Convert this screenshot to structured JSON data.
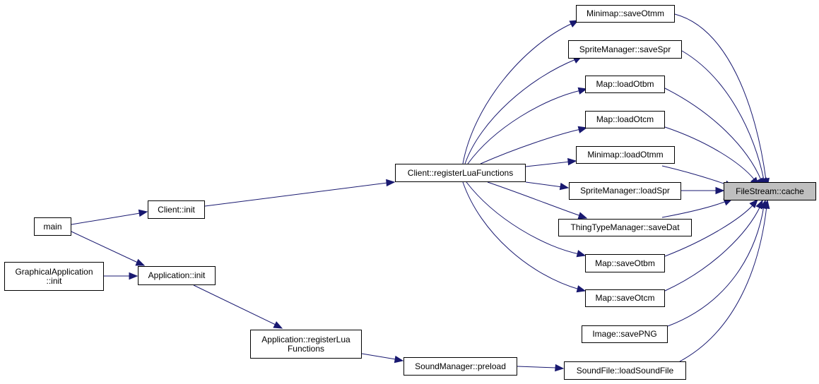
{
  "colors": {
    "edge": "#191970",
    "node_border": "#000000",
    "node_fill": "#ffffff",
    "highlight_fill": "#bfbfbf"
  },
  "nodes": {
    "filestream_cache": "FileStream::cache",
    "minimap_saveotmm": "Minimap::saveOtmm",
    "spritemanager_savespr": "SpriteManager::saveSpr",
    "map_loadotbm": "Map::loadOtbm",
    "map_loadotcm": "Map::loadOtcm",
    "minimap_loadotmm": "Minimap::loadOtmm",
    "spritemanager_loadspr": "SpriteManager::loadSpr",
    "thingtypemanager_savedat": "ThingTypeManager::saveDat",
    "map_saveotbm": "Map::saveOtbm",
    "map_saveotcm": "Map::saveOtcm",
    "image_savepng": "Image::savePNG",
    "soundfile_loadsoundfile": "SoundFile::loadSoundFile",
    "client_registerluafunctions": "Client::registerLuaFunctions",
    "client_init": "Client::init",
    "main": "main",
    "application_init": "Application::init",
    "graphicalapplication_init": "GraphicalApplication\n::init",
    "application_registerluafunctions": "Application::registerLua\nFunctions",
    "soundmanager_preload": "SoundManager::preload"
  }
}
